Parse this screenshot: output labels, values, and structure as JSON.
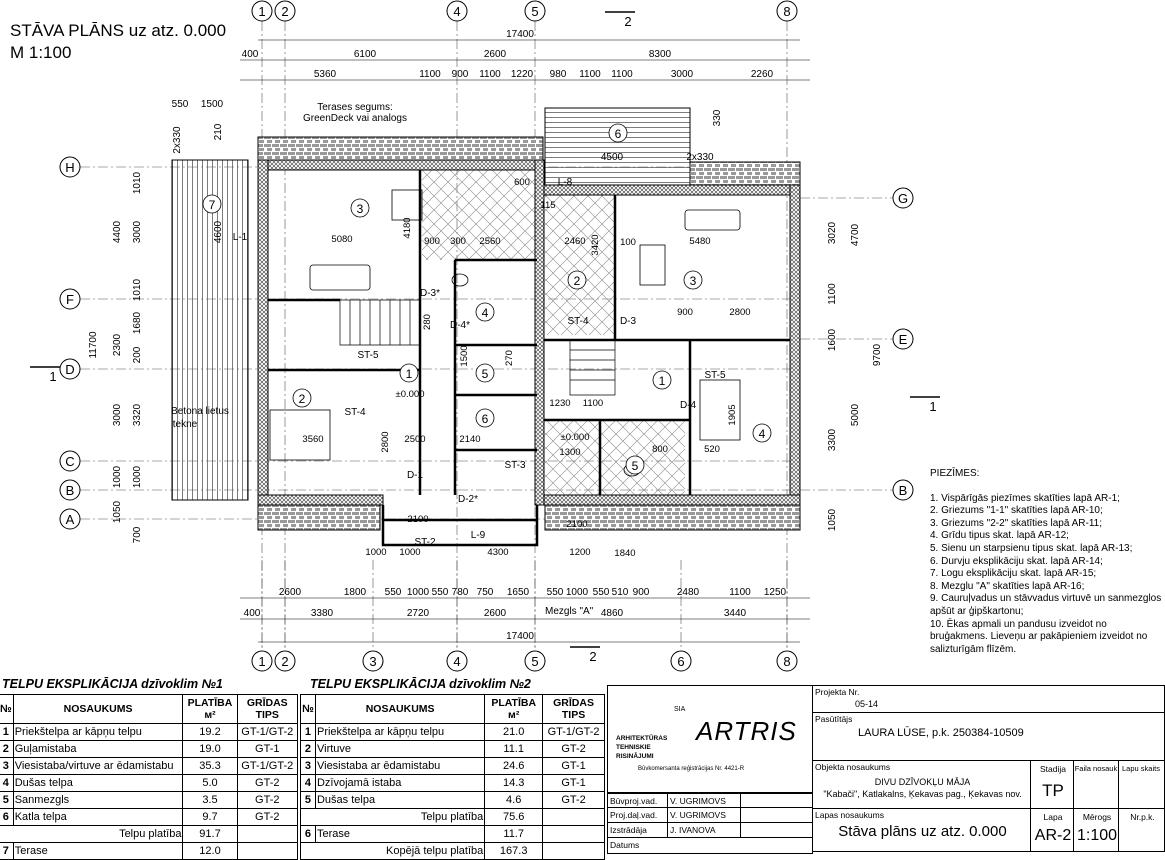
{
  "header": {
    "title": "STĀVA PLĀNS uz atz. 0.000",
    "scale": "M 1:100"
  },
  "plan": {
    "axes_top": [
      "1",
      "2",
      "4",
      "5",
      "8"
    ],
    "axes_bottom": [
      "1",
      "2",
      "3",
      "4",
      "5",
      "6",
      "8"
    ],
    "axes_left": [
      "H",
      "F",
      "D",
      "C",
      "B",
      "A"
    ],
    "axes_right": [
      "G",
      "E",
      "B"
    ],
    "section_marks": [
      "2",
      "2",
      "1",
      "1"
    ],
    "dims_top_total": "17400",
    "dims_top_1": [
      "400",
      "6100",
      "2600",
      "8300"
    ],
    "dims_top_2": [
      "5360",
      "1100",
      "900",
      "1100",
      "1220",
      "980",
      "1100",
      "1100",
      "3000",
      "2260"
    ],
    "dims_bottom_1": [
      "2600",
      "1800",
      "550",
      "1000",
      "550",
      "780",
      "750",
      "1650",
      "550",
      "1000",
      "550",
      "510",
      "900",
      "2480",
      "1100",
      "1250"
    ],
    "dims_bottom_2": [
      "400",
      "3380",
      "2720",
      "2600",
      "4860",
      "3440"
    ],
    "dims_bottom_total": "17400",
    "node_label": "Mezgls \"A\"",
    "dims_left_outer": [
      "11700"
    ],
    "dims_left_mid": [
      "4400",
      "2300",
      "3000",
      "1000",
      "1050"
    ],
    "dims_left_inner": [
      "1010",
      "3000",
      "1010",
      "1680",
      "200",
      "3320",
      "1000",
      "700"
    ],
    "dims_right_inner": [
      "3020",
      "1100",
      "1600",
      "3300",
      "1050"
    ],
    "dims_right_outer": [
      "4700",
      "5000",
      "9700"
    ],
    "dims_terrace": [
      "550",
      "1500",
      "210",
      "2x330",
      "4600",
      "2x330",
      "330",
      "4500"
    ],
    "rooms_unit1": [
      "1",
      "2",
      "3",
      "4",
      "5",
      "6",
      "7"
    ],
    "rooms_unit2": [
      "1",
      "2",
      "3",
      "4",
      "5",
      "6"
    ],
    "inner_dims": [
      "5080",
      "4180",
      "900",
      "300",
      "2560",
      "5480",
      "2460",
      "3420",
      "2800",
      "900",
      "3560",
      "2800",
      "2500",
      "2140",
      "1300",
      "800",
      "520",
      "1905",
      "1230",
      "1100",
      "2100",
      "4300",
      "2100",
      "1840",
      "1000",
      "1000",
      "1200",
      "600",
      "100",
      "115",
      "280",
      "270",
      "1500",
      "±0.000",
      "±0.000"
    ],
    "labels": [
      "Terases segums:",
      "GreenDeck vai analogs",
      "Betona lietus",
      "tekne",
      "L-1",
      "L-8",
      "L-9",
      "ST-2",
      "ST-3",
      "ST-4",
      "ST-5",
      "ST-4",
      "ST-5",
      "D-1",
      "D-2*",
      "D-3*",
      "D-3",
      "D-4*",
      "D-4"
    ]
  },
  "notes": {
    "title": "PIEZĪMES:",
    "items": [
      "1. Vispārīgās piezīmes skatīties lapā AR-1;",
      "2. Griezums \"1-1\" skatīties lapā AR-10;",
      "3. Griezums \"2-2\" skatīties lapā AR-11;",
      "4. Grīdu tipus skat. lapā AR-12;",
      "5. Sienu un starpsienu tipus skat. lapā AR-13;",
      "6. Durvju eksplikāciju skat. lapā AR-14;",
      "7. Logu eksplikāciju skat. lapā AR-15;",
      "8. Mezglu \"A\" skatīties lapā AR-16;",
      "9. Cauruļvadus un stāvvadus virtuvē un sanmezglos apšūt ar ģipškartonu;",
      "10. Ēkas apmali un pandusu izveidot no bruģakmens. Lieveņu ar pakāpieniem izveidot no salizturīgām flīzēm."
    ]
  },
  "table1": {
    "title": "TELPU EKSPLIKĀCIJA dzīvoklim №1",
    "headers": [
      "№",
      "NOSAUKUMS",
      "PLATĪBA м²",
      "GRĪDAS TIPS"
    ],
    "rows": [
      [
        "1",
        "Priekštelpa ar kāpņu telpu",
        "19.2",
        "GT-1/GT-2"
      ],
      [
        "2",
        "Guļamistaba",
        "19.0",
        "GT-1"
      ],
      [
        "3",
        "Viesistaba/virtuve ar ēdamistabu",
        "35.3",
        "GT-1/GT-2"
      ],
      [
        "4",
        "Dušas telpa",
        "5.0",
        "GT-2"
      ],
      [
        "5",
        "Sanmezgls",
        "3.5",
        "GT-2"
      ],
      [
        "6",
        "Katla telpa",
        "9.7",
        "GT-2"
      ]
    ],
    "subtotal_label": "Telpu platība",
    "subtotal": "91.7",
    "extra": [
      "7",
      "Terase",
      "12.0"
    ]
  },
  "table2": {
    "title": "TELPU EKSPLIKĀCIJA dzīvoklim №2",
    "headers": [
      "№",
      "NOSAUKUMS",
      "PLATĪBA м²",
      "GRĪDAS TIPS"
    ],
    "rows": [
      [
        "1",
        "Priekštelpa ar kāpņu telpu",
        "21.0",
        "GT-1/GT-2"
      ],
      [
        "2",
        "Virtuve",
        "11.1",
        "GT-2"
      ],
      [
        "3",
        "Viesistaba ar ēdamistabu",
        "24.6",
        "GT-1"
      ],
      [
        "4",
        "Dzīvojamā istaba",
        "14.3",
        "GT-1"
      ],
      [
        "5",
        "Dušas telpa",
        "4.6",
        "GT-2"
      ]
    ],
    "subtotal_label": "Telpu platība",
    "subtotal": "75.6",
    "extra": [
      "6",
      "Terase",
      "11.7"
    ],
    "total_label": "Kopējā telpu platība",
    "total": "167.3"
  },
  "titleblock": {
    "logo": {
      "sia": "SIA",
      "name": "ARTRIS",
      "line1": "ARHITEKTŪRAS",
      "line2": "TEHNISKIE",
      "line3": "RISINĀJUMI",
      "reg": "Būvkomersanta reģistrācijas Nr. 4421-R"
    },
    "staff": [
      [
        "Būvproj.vad.",
        "V. UGRIMOVS"
      ],
      [
        "Proj.daļ.vad.",
        "V. UGRIMOVS"
      ],
      [
        "Izstrādāja",
        "J. IVANOVA"
      ],
      [
        "Datums",
        ""
      ]
    ],
    "project_no_label": "Projekta Nr.",
    "project_no": "05-14",
    "client_label": "Pasūtītājs",
    "client": "LAURA LŪSE, p.k. 250384-10509",
    "object_label": "Objekta nosaukums",
    "object_name": "DIVU DZĪVOKĻU MĀJA",
    "object_address": "\"Kabači\", Katlakalns, Ķekavas pag., Ķekavas nov.",
    "stage_label": "Stadija",
    "stage": "TP",
    "file_label": "Faila nosauk.",
    "pages_label": "Lapu skaits",
    "sheet_title_label": "Lapas nosaukums",
    "sheet_title": "Stāva plāns uz atz. 0.000",
    "sheet_label": "Lapa",
    "sheet": "AR-2",
    "scale_label": "Mērogs",
    "scale": "1:100",
    "nr_label": "Nr.p.k."
  }
}
